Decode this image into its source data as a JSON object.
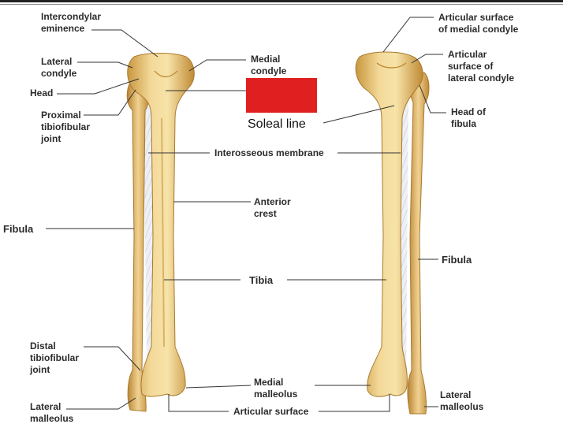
{
  "labels": {
    "intercondylar_eminence": "Intercondylar\neminence",
    "lateral_condyle": "Lateral\ncondyle",
    "head": "Head",
    "proximal_tibiofibular_joint": "Proximal\ntibiofibular\njoint",
    "fibula_left": "Fibula",
    "distal_tibiofibular_joint": "Distal\ntibiofibular\njoint",
    "lateral_malleolus_left": "Lateral\nmalleolus",
    "medial_condyle": "Medial\ncondyle",
    "soleal_line": "Soleal line",
    "interosseous_membrane": "Interosseous membrane",
    "anterior_crest": "Anterior\ncrest",
    "tibia": "Tibia",
    "medial_malleolus": "Medial\nmalleolus",
    "articular_surface": "Articular surface",
    "articular_surface_medial_condyle": "Articular surface\nof medial condyle",
    "articular_surface_lateral_condyle": "Articular\nsurface of\nlateral condyle",
    "head_of_fibula": "Head of\nfibula",
    "fibula_right": "Fibula",
    "lateral_malleolus_right": "Lateral\nmalleolus"
  },
  "colors": {
    "bone": "#e9c47c",
    "bone_light": "#f7e3a8",
    "bone_shadow": "#c9973f",
    "membrane": "#d8dde8",
    "leader": "#333333",
    "redact": "#e02020"
  }
}
